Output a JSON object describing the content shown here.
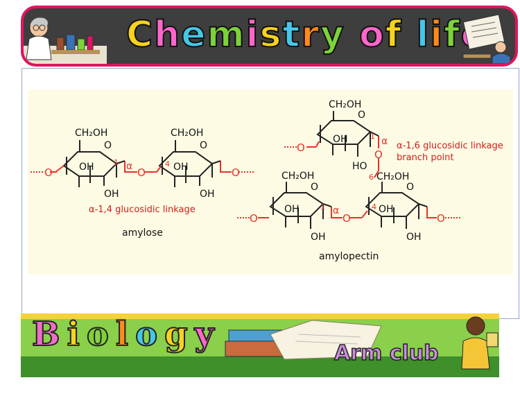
{
  "header": {
    "title": "Chemistry of life",
    "letter_colors": [
      "#f7d21e",
      "#ff66cc",
      "#46c7e8",
      "#7dd23a",
      "#ff66cc",
      "#f7d21e",
      "#46c7e8",
      "#ff8a1c",
      "#7dd23a",
      "#ff66cc",
      "#f7d21e",
      "#46c7e8",
      "#ff8a1c",
      "#7dd23a",
      "#ff66cc",
      "#f7d21e",
      "#46c7e8"
    ]
  },
  "diagram": {
    "amylose": {
      "ch2oh_left": "CH₂OH",
      "ch2oh_right": "CH₂OH",
      "oh_left_ring_mid": "OH",
      "oh_left_ring_bottom": "OH",
      "oh_right_ring_mid": "OH",
      "oh_right_ring_bottom": "OH",
      "linkage_number_1": "1",
      "linkage_number_4": "4",
      "alpha": "α",
      "ring_o": "O",
      "bridge_o": "O",
      "end_o": "O",
      "linkage_label": "α-1,4 glucosidic linkage",
      "name": "amylose"
    },
    "amylopectin": {
      "ch2oh_top": "CH₂OH",
      "ch2oh_left": "CH₂OH",
      "ch2oh_branch": "CH₂OH",
      "oh_top_ring": "OH",
      "ho_top_ring": "HO",
      "oh_left_ring_mid": "OH",
      "oh_left_ring_bottom": "OH",
      "oh_right_ring_mid": "OH",
      "oh_right_ring_bottom": "OH",
      "num_1_top": "1",
      "num_6": "6",
      "num_1_left": "1",
      "num_4": "4",
      "alpha": "α",
      "ring_o": "O",
      "bridge_o": "O",
      "branch_linkage_label_1": "α-1,6 glucosidic linkage",
      "branch_linkage_label_2": "branch point",
      "name": "amylopectin"
    }
  },
  "footer": {
    "title": "Biology",
    "subtitle": "Arm club",
    "title_colors": [
      "#f06cc8",
      "#f7d21e",
      "#7dd23a",
      "#ff8a1c",
      "#46c7e8",
      "#f7d21e",
      "#ff66cc"
    ]
  },
  "colors": {
    "banner_bg": "#3e3e3e",
    "banner_border": "#e0145f",
    "bond_red": "#e8312a",
    "label_red": "#d41c1c",
    "diagram_bg": "#fdfbe4",
    "footer_green": "#3f8f2a"
  }
}
